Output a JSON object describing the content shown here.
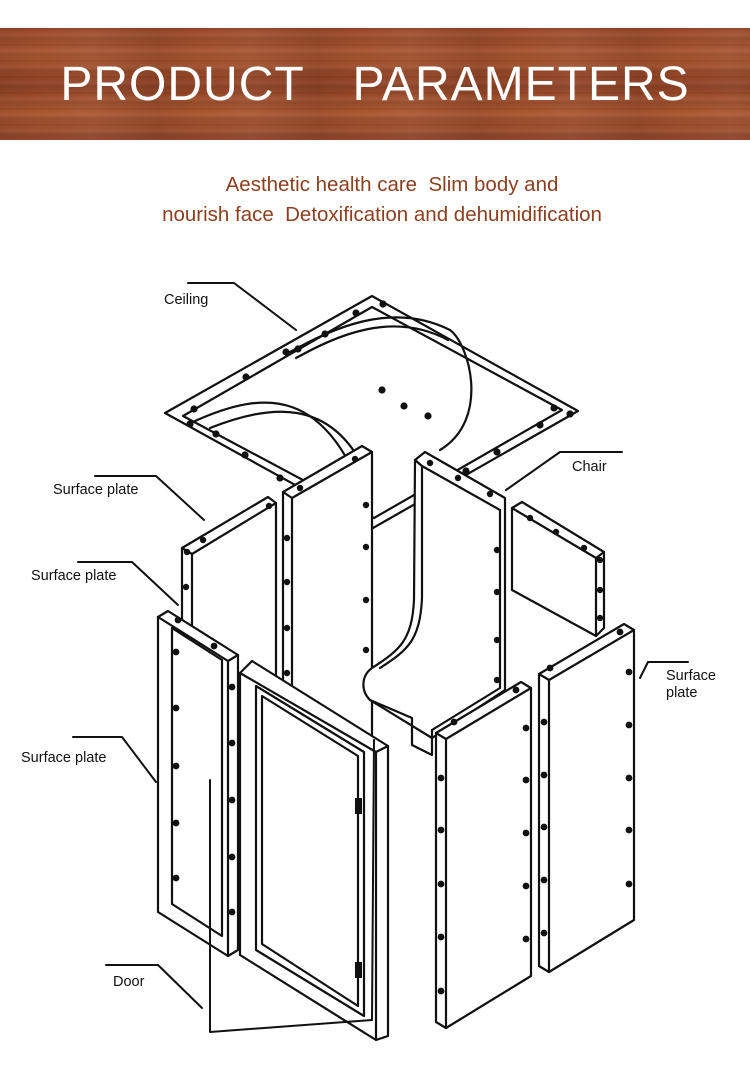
{
  "header": {
    "title": "PRODUCT  PARAMETERS",
    "subtitle_line1": "Aesthetic health care  Slim body and",
    "subtitle_line2": "nourish face  Detoxification and dehumidification"
  },
  "diagram": {
    "labels": {
      "ceiling": "Ceiling",
      "chair": "Chair",
      "surface_plate_1": "Surface plate",
      "surface_plate_2": "Surface plate",
      "surface_plate_3": "Surface plate",
      "surface_plate_right_line1": "Surface",
      "surface_plate_right_line2": "plate",
      "door": "Door"
    }
  },
  "colors": {
    "banner_wood": "#9a4a2a",
    "subtitle_text": "#8c3f1f",
    "line_art": "#111111"
  }
}
